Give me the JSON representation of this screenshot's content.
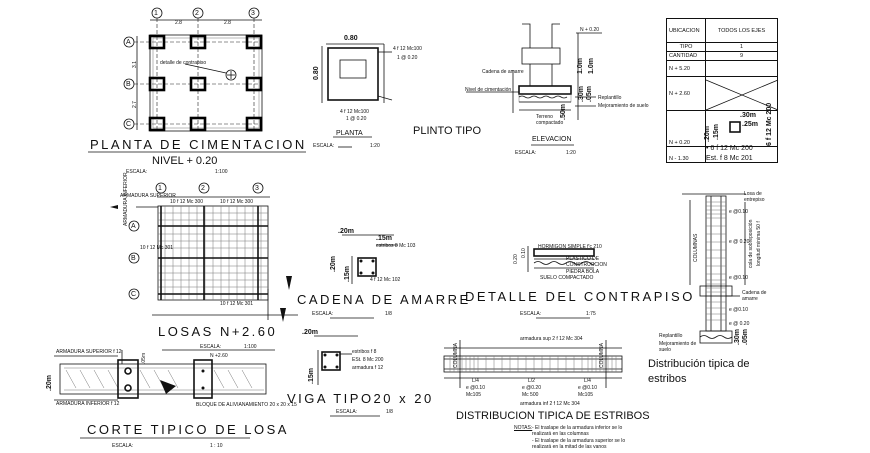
{
  "foundation_plan": {
    "title": "PLANTA   DE   CIMENTACION",
    "level": "NIVEL  + 0.20",
    "scale": "ESCALA:",
    "scale_value": "1:100",
    "grid_numbers": [
      "1",
      "2",
      "3"
    ],
    "grid_letters": [
      "A",
      "B",
      "C"
    ],
    "dims_top": [
      "2.8",
      "2.8"
    ],
    "dims_side": [
      "3.1",
      "2.7"
    ],
    "callout": "detalle de contrapiso"
  },
  "footing": {
    "width": "0.80",
    "height": "0.80",
    "rebar_top": "4 f 12 Mc100",
    "rebar_top_2": "1 @ 0.20",
    "rebar_bottom": "4 f 12 Mc100",
    "rebar_bottom_2": "1 @ 0.20",
    "label": "PLANTA",
    "scale": "ESCALA:",
    "scale_value": "1:20",
    "type_title": "PLINTO TIPO"
  },
  "elevation": {
    "level_n": "N + 0.20",
    "tie_beam": "Cadena de amarre",
    "foundation_level": "Nivel de cimentación",
    "dims": [
      ".30m",
      "1.0m",
      ".05m",
      ".50m",
      "1.0m"
    ],
    "leveling": "Replantillo",
    "soil": "Mejoramiento de suelo",
    "compacted": "Terreno compactado",
    "label": "ELEVACION",
    "scale": "ESCALA:",
    "scale_value": "1:20"
  },
  "column_table": {
    "header_left": "UBICACION",
    "header_right": "TODOS  LOS  EJES",
    "row_tipo": "TIPO",
    "row_tipo_val": "1",
    "row_cant": "CANTIDAD",
    "row_cant_val": "9",
    "levels": [
      "N + 5.20",
      "N + 2.60",
      "N + 0.20",
      "N - 1.30"
    ],
    "dim_a": ".30m",
    "dim_b": ".25m",
    "dim_c": ".20m",
    "dim_d": ".15m",
    "rebar_v": "6 f 12 Mc 200",
    "rebar_main": "• 6 f  12 Mc 200",
    "stirrup": "Est. f  8 Mc 201"
  },
  "slabs": {
    "title": "LOSAS    N+2.60",
    "scale": "ESCALA:",
    "scale_value": "1:100",
    "grid_numbers": [
      "1",
      "2",
      "3"
    ],
    "grid_letters": [
      "A",
      "B",
      "C"
    ],
    "labels": [
      "ARMADURA SUPERIOR",
      "ARMADURA INFERIOR"
    ],
    "rebar_notes": [
      "10 f  12 Mc 300",
      "10 f  12 Mc 300",
      "10 f  12 Mc 301",
      "10 f  12 Mc 301"
    ]
  },
  "tie_beam": {
    "dim_w": ".20m",
    "dim_a": ".15m",
    "stirrup": "estribos  8 Mc 103",
    "dim_h": ".15m",
    "dim_h2": ".20m",
    "bars": "4  f  12 Mc 102",
    "title": "CADENA  DE  AMARRE",
    "scale": "ESCALA:",
    "scale_value": "1/8"
  },
  "subfloor": {
    "layers": [
      "HORMIGON SIMPLE f'c 210",
      "PLASTICO DE CONSTRUCCION",
      "PIEDRA BOLA",
      "SUELO COMPACTADO"
    ],
    "dims": [
      "0.10",
      "0.20"
    ],
    "title": "DETALLE   DEL   CONTRAPISO",
    "scale": "ESCALA:",
    "scale_value": "1:75"
  },
  "slab_section": {
    "top_bar": "ARMADURA SUPERIOR  f  12",
    "bottom_bar": "ARMADURA INFERIOR  f  12",
    "level": "N +2.60",
    "block": "BLOQUE DE ALIVIANAMIENTO 20 x 20 x 15",
    "dims": [
      ".20m",
      ".05m"
    ],
    "title": "CORTE  TIPICO  DE  LOSA",
    "scale": "ESCALA:",
    "scale_value": "1 : 10"
  },
  "beam": {
    "dim_w": ".20m",
    "dim_h": ".15m",
    "notes": [
      "estribos  f  8",
      "ESt. 8 Mc 200",
      "armadura  f  12"
    ],
    "title": "VIGA  TIPO20  x  20",
    "scale": "ESCALA:",
    "scale_value": "1/8"
  },
  "stirrup_dist": {
    "col_left": "COLUMNA",
    "col_right": "COLUMNA",
    "top_bar": "armadura sup  2  f  12 Mc 304",
    "bottom_bar": "armadura inf  2  f  12 Mc 304",
    "fractions": [
      "L/4",
      "L/2",
      "L/4"
    ],
    "stirrups": [
      "e @0.10",
      "e @0.20",
      "e @0.10"
    ],
    "marks": [
      "Mc105",
      "Mc 500",
      "Mc105"
    ],
    "title": "DISTRIBUCION TIPICA DE ESTRIBOS",
    "notes_title": "NOTAS:",
    "notes": [
      "- El traslape de la armadura inferior se lo",
      "  realizará en las columnas",
      "- El traslape de la armadura superior se lo",
      "  realizará en la mitad de las vanos"
    ]
  },
  "column_detail": {
    "slab": "Losa de entrepiso",
    "spacings": [
      "e @0.10",
      "e @ 0.20",
      "e @0.10",
      "e @0.10",
      "e @ 0.20"
    ],
    "tie_beam": "Cadena de amarre",
    "column": "COLUMNAS",
    "lap": "longitud minima 50 f",
    "lap2": "cola de sobreposición",
    "leveling": "Replantillo",
    "soil": "Mejoramiento de suelo",
    "dims": [
      ".30m",
      ".05m"
    ],
    "title_1": "Distribución  tipica  de",
    "title_2": "estribos"
  }
}
